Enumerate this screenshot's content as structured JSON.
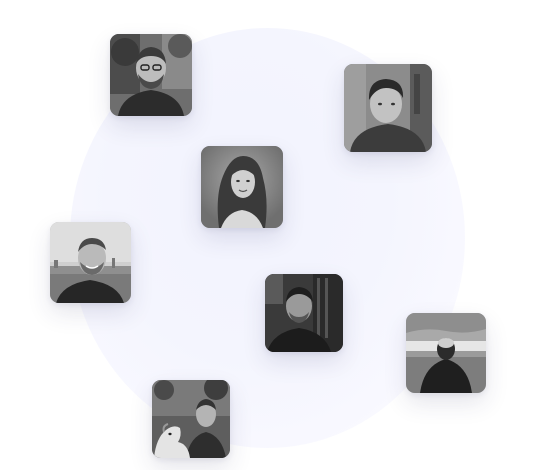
{
  "avatars": [
    {
      "id": "a1",
      "icon": "person-photo-bearded-glasses-man"
    },
    {
      "id": "a2",
      "icon": "person-photo-young-man"
    },
    {
      "id": "a3",
      "icon": "person-photo-curly-hair-woman"
    },
    {
      "id": "a4",
      "icon": "person-photo-smiling-man-waterfront"
    },
    {
      "id": "a5",
      "icon": "person-photo-man-dark"
    },
    {
      "id": "a6",
      "icon": "person-photo-man-back-seaside"
    },
    {
      "id": "a7",
      "icon": "person-photo-man-with-horse"
    }
  ],
  "colors": {
    "background": "#ffffff",
    "glow": "#f2f3fe"
  }
}
